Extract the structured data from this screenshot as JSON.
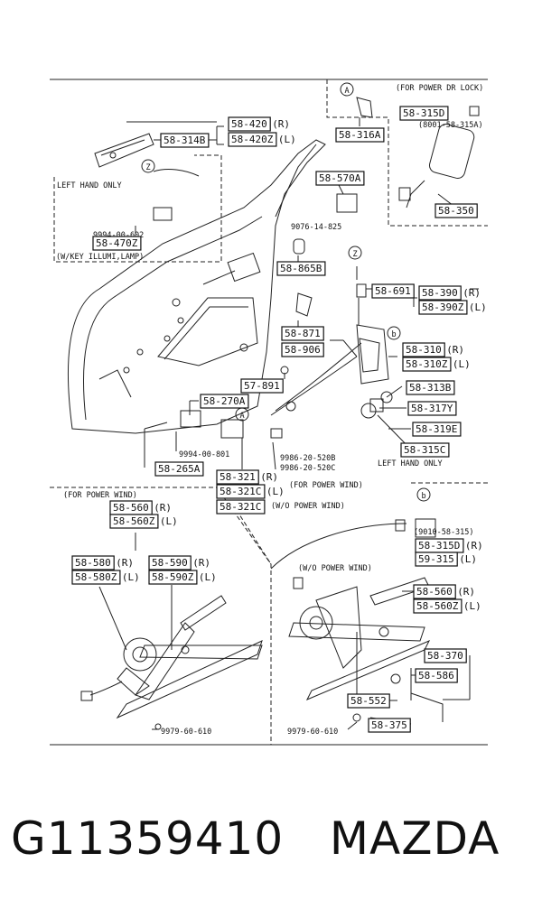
{
  "highlight_color": "#e0302a",
  "caption": "G11359410   MAZDA",
  "notes": {
    "left_hand_only_1": "LEFT HAND ONLY",
    "left_hand_only_2": "LEFT HAND ONLY",
    "w_key_illumi": "(W/KEY ILLUMI,LAMP)",
    "for_power_dr_lock": "(FOR POWER DR LOCK)",
    "for_power_wind_left": "(FOR POWER WIND)",
    "for_power_wind_mid": "(FOR POWER WIND)",
    "wo_power_wind_mid": "(W/O POWER WIND)",
    "wo_power_wind_right": "(W/O POWER WIND)",
    "part_8001": "(8001-58-315A)",
    "part_9010": "(9010-58-315)"
  },
  "callouts": {
    "a1": "A",
    "a2": "A",
    "z1": "Z",
    "z2": "Z",
    "b1": "b",
    "b2": "b"
  },
  "labels": [
    {
      "id": "l1",
      "text": "58-420",
      "suffix": "(R)"
    },
    {
      "id": "l2",
      "text": "58-420Z",
      "suffix": "(L)",
      "highlight": true
    },
    {
      "id": "l3",
      "text": "58-314B",
      "suffix": ""
    },
    {
      "id": "l4",
      "text": "9994-00-602",
      "suffix": "",
      "plain": true
    },
    {
      "id": "l5",
      "text": "58-470Z",
      "suffix": ""
    },
    {
      "id": "l6",
      "text": "58-316A",
      "suffix": ""
    },
    {
      "id": "l7",
      "text": "58-315D",
      "suffix": ""
    },
    {
      "id": "l8",
      "text": "58-350",
      "suffix": ""
    },
    {
      "id": "l9",
      "text": "58-570A",
      "suffix": ""
    },
    {
      "id": "l10",
      "text": "9076-14-825",
      "suffix": "",
      "plain": true
    },
    {
      "id": "l11",
      "text": "58-865B",
      "suffix": ""
    },
    {
      "id": "l12",
      "text": "58-691",
      "suffix": ""
    },
    {
      "id": "l13",
      "text": "58-390",
      "suffix": "(R)"
    },
    {
      "id": "l14",
      "text": "58-390Z",
      "suffix": "(L)"
    },
    {
      "id": "l15",
      "text": "58-871",
      "suffix": ""
    },
    {
      "id": "l16",
      "text": "58-906",
      "suffix": ""
    },
    {
      "id": "l17",
      "text": "58-310",
      "suffix": "(R)"
    },
    {
      "id": "l18",
      "text": "58-310Z",
      "suffix": "(L)"
    },
    {
      "id": "l19",
      "text": "57-891",
      "suffix": ""
    },
    {
      "id": "l20",
      "text": "58-313B",
      "suffix": ""
    },
    {
      "id": "l21",
      "text": "58-270A",
      "suffix": ""
    },
    {
      "id": "l22",
      "text": "58-317Y",
      "suffix": ""
    },
    {
      "id": "l23",
      "text": "58-319E",
      "suffix": ""
    },
    {
      "id": "l24",
      "text": "9994-00-801",
      "suffix": "",
      "plain": true
    },
    {
      "id": "l25",
      "text": "9986-20-520B",
      "suffix": "",
      "plain": true
    },
    {
      "id": "l26",
      "text": "9986-20-520C",
      "suffix": "",
      "plain": true
    },
    {
      "id": "l27",
      "text": "58-315C",
      "suffix": ""
    },
    {
      "id": "l28",
      "text": "58-265A",
      "suffix": ""
    },
    {
      "id": "l29",
      "text": "58-321",
      "suffix": "(R)"
    },
    {
      "id": "l30",
      "text": "58-321C",
      "suffix": "(L)"
    },
    {
      "id": "l31",
      "text": "58-321C",
      "suffix": ""
    },
    {
      "id": "l32",
      "text": "58-560",
      "suffix": "(R)"
    },
    {
      "id": "l33",
      "text": "58-560Z",
      "suffix": "(L)"
    },
    {
      "id": "l34",
      "text": "58-580",
      "suffix": "(R)"
    },
    {
      "id": "l35",
      "text": "58-580Z",
      "suffix": "(L)"
    },
    {
      "id": "l36",
      "text": "58-590",
      "suffix": "(R)"
    },
    {
      "id": "l37",
      "text": "58-590Z",
      "suffix": "(L)"
    },
    {
      "id": "l38",
      "text": "58-315D",
      "suffix": "(R)"
    },
    {
      "id": "l39",
      "text": "59-315",
      "suffix": "(L)"
    },
    {
      "id": "l40",
      "text": "58-560",
      "suffix": "(R)"
    },
    {
      "id": "l41",
      "text": "58-560Z",
      "suffix": "(L)"
    },
    {
      "id": "l42",
      "text": "58-370",
      "suffix": ""
    },
    {
      "id": "l43",
      "text": "58-586",
      "suffix": ""
    },
    {
      "id": "l44",
      "text": "58-552",
      "suffix": ""
    },
    {
      "id": "l45",
      "text": "58-375",
      "suffix": ""
    },
    {
      "id": "l46",
      "text": "9979-60-610",
      "suffix": "",
      "plain": true
    },
    {
      "id": "l47",
      "text": "9979-60-610",
      "suffix": "",
      "plain": true
    }
  ]
}
